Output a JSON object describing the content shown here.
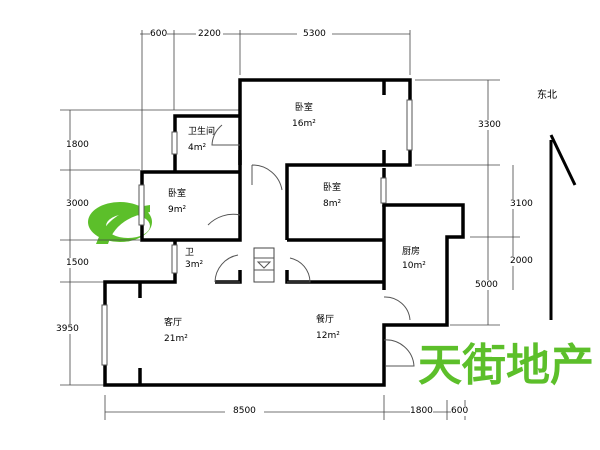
{
  "rooms": {
    "master_bedroom": {
      "name": "卧室",
      "area": "16m²"
    },
    "bathroom": {
      "name": "卫生间",
      "area": "4m²"
    },
    "bedroom_small": {
      "name": "卧室",
      "area": "9m²"
    },
    "bedroom_middle": {
      "name": "卧室",
      "area": "8m²"
    },
    "toilet": {
      "name": "卫",
      "area": "3m²"
    },
    "kitchen": {
      "name": "厨房",
      "area": "10m²"
    },
    "living": {
      "name": "客厅",
      "area": "21m²"
    },
    "dining": {
      "name": "餐厅",
      "area": "12m²"
    }
  },
  "dimensions": {
    "top": [
      "600",
      "2200",
      "5300"
    ],
    "left": [
      "1800",
      "3000",
      "1500",
      "3950"
    ],
    "right": [
      "3300",
      "3100",
      "2000",
      "5000"
    ],
    "bottom": [
      "8500",
      "1800",
      "600"
    ]
  },
  "compass": {
    "label": "东北"
  },
  "watermark": {
    "text": "天街地产"
  },
  "colors": {
    "wall": "#000000",
    "watermark": "#5cbf2a"
  }
}
